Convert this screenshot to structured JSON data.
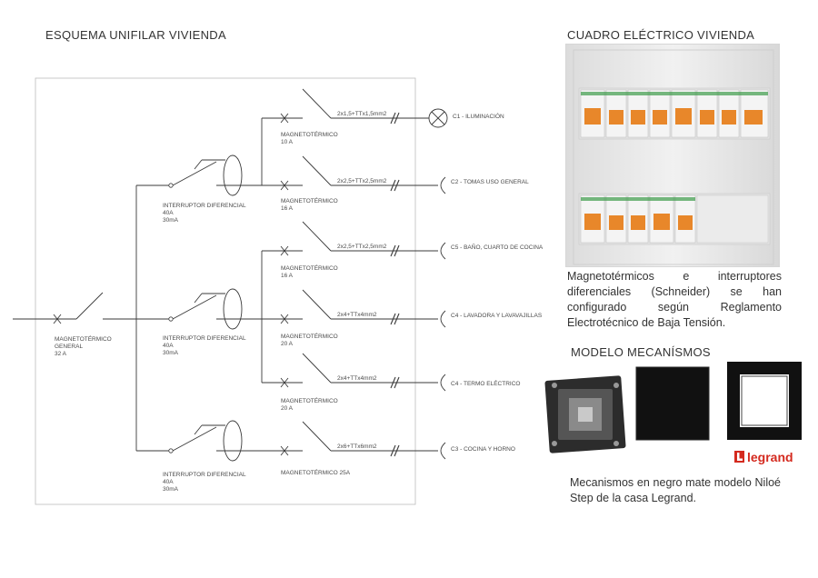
{
  "left": {
    "title": "ESQUEMA UNIFILAR VIVIENDA",
    "main_breaker": {
      "label": "MAGNETOTÉRMICO",
      "sub": "GENERAL",
      "rating": "32 A"
    },
    "differentials": [
      {
        "label": "INTERRUPTOR DIFERENCIAL",
        "rating": "40A",
        "sensitivity": "30mA"
      },
      {
        "label": "INTERRUPTOR DIFERENCIAL",
        "rating": "40A",
        "sensitivity": "30mA"
      },
      {
        "label": "INTERRUPTOR DIFERENCIAL",
        "rating": "40A",
        "sensitivity": "30mA"
      }
    ],
    "breakers": [
      {
        "label": "MAGNETOTÉRMICO",
        "rating": "10 A"
      },
      {
        "label": "MAGNETOTÉRMICO",
        "rating": "16 A"
      },
      {
        "label": "MAGNETOTÉRMICO",
        "rating": "16 A"
      },
      {
        "label": "MAGNETOTÉRMICO",
        "rating": "20 A"
      },
      {
        "label": "MAGNETOTÉRMICO",
        "rating": "20 A"
      },
      {
        "label": "MAGNETOTÉRMICO 25A",
        "rating": ""
      }
    ],
    "circuits": [
      {
        "cable": "2x1,5+TTx1,5mm2",
        "name": "C1 - ILUMINACIÓN"
      },
      {
        "cable": "2x2,5+TTx2,5mm2",
        "name": "C2 - TOMAS USO GENERAL"
      },
      {
        "cable": "2x2,5+TTx2,5mm2",
        "name": "C5 - BAÑO, CUARTO DE COCINA"
      },
      {
        "cable": "2x4+TTx4mm2",
        "name": "C4 - LAVADORA Y LAVAVAJILLAS"
      },
      {
        "cable": "2x4+TTx4mm2",
        "name": "C4 - TERMO ELÉCTRICO"
      },
      {
        "cable": "2x6+TTx6mm2",
        "name": "C3 - COCINA Y HORNO"
      }
    ]
  },
  "right": {
    "panel_title": "CUADRO ELÉCTRICO VIVIENDA",
    "panel_description": "Magnetotérmicos e interruptores diferenciales (Schneider) se han configurado según Reglamento Electrotécnico de Baja Tensión.",
    "mechanisms_title": "MODELO MECANÍSMOS",
    "brand": "legrand",
    "mechanisms_description": "Mecanismos en negro mate modelo Niloé Step de la casa Legrand."
  },
  "colors": {
    "line": "#3a3a3a",
    "breaker_orange": "#e8872a",
    "breaker_green": "#3d9b4a",
    "legrand_red": "#d42a1f",
    "panel_bg": "#ececec",
    "mechanism_black": "#111111"
  }
}
